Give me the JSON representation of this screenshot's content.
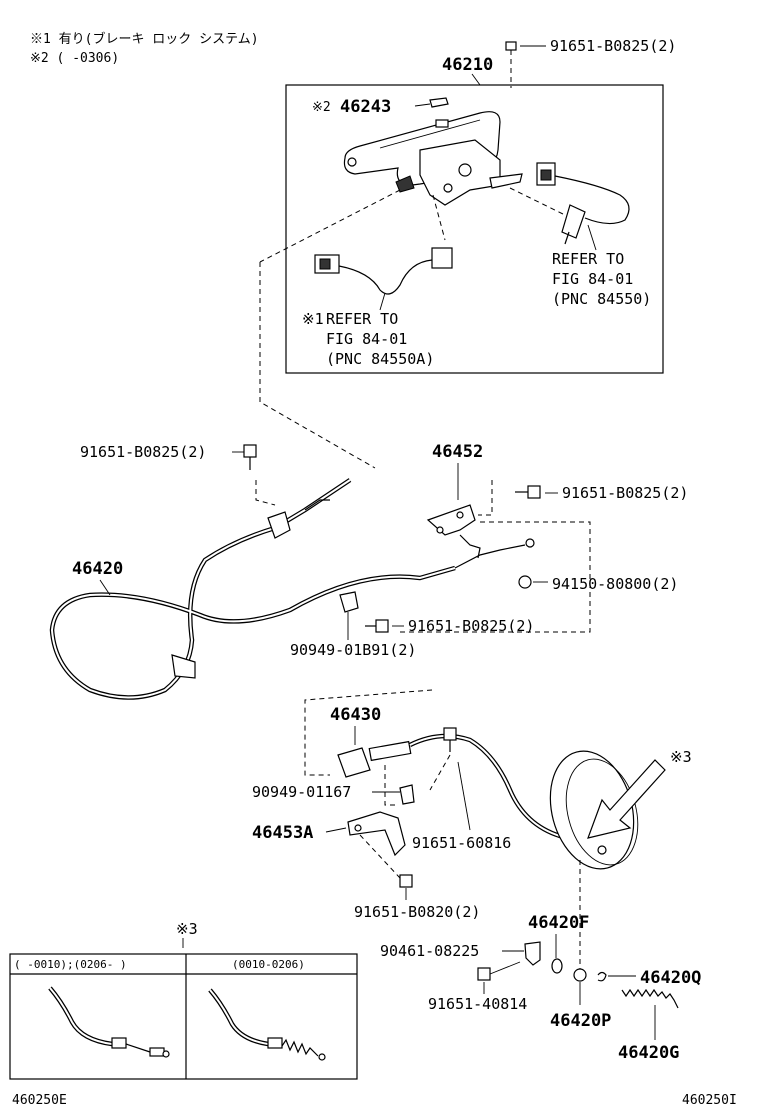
{
  "notes": {
    "note1": "※1 有り(ブレーキ ロック システム)",
    "note2": "※2 (     -0306)"
  },
  "parts": {
    "p_46210": "46210",
    "p_46243": "46243",
    "p_46243_mark": "※2",
    "bolt_top": "91651-B0825(2)",
    "ref_right": [
      "REFER TO",
      "FIG 84-01",
      "(PNC 84550)"
    ],
    "ref_left_mark": "※1",
    "ref_left": [
      "REFER TO",
      "FIG 84-01",
      "(PNC 84550A)"
    ],
    "bolt_left": "91651-B0825(2)",
    "p_46452": "46452",
    "bolt_46452": "91651-B0825(2)",
    "p_46420": "46420",
    "nut_94150": "94150-80800(2)",
    "bolt_mid": "91651-B0825(2)",
    "clip_90949_b91": "90949-01B91(2)",
    "p_46430": "46430",
    "mark3_top": "※3",
    "clip_90949_167": "90949-01167",
    "p_46453a": "46453A",
    "bolt_60816": "91651-60816",
    "bolt_b0820": "91651-B0820(2)",
    "p_46420f": "46420F",
    "clip_90461": "90461-08225",
    "p_46420q": "46420Q",
    "bolt_40814": "91651-40814",
    "p_46420p": "46420P",
    "p_46420g": "46420G"
  },
  "detail_box": {
    "mark": "※3",
    "left_header": "(     -0010);(0206-    )",
    "right_header": "(0010-0206)"
  },
  "footer": {
    "left_code": "460250E",
    "right_code": "460250I"
  }
}
